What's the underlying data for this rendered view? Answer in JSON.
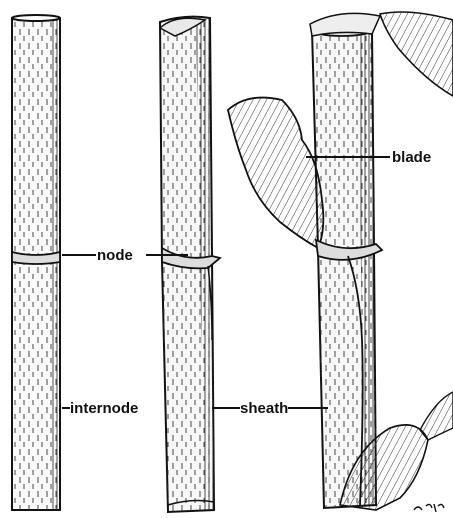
{
  "diagram": {
    "labels": {
      "node": "node",
      "internode": "internode",
      "sheath": "sheath",
      "blade": "blade"
    },
    "signature": "Cobb",
    "colors": {
      "ink": "#111111",
      "paper": "#ffffff",
      "shade": "#e6e6e6"
    }
  }
}
